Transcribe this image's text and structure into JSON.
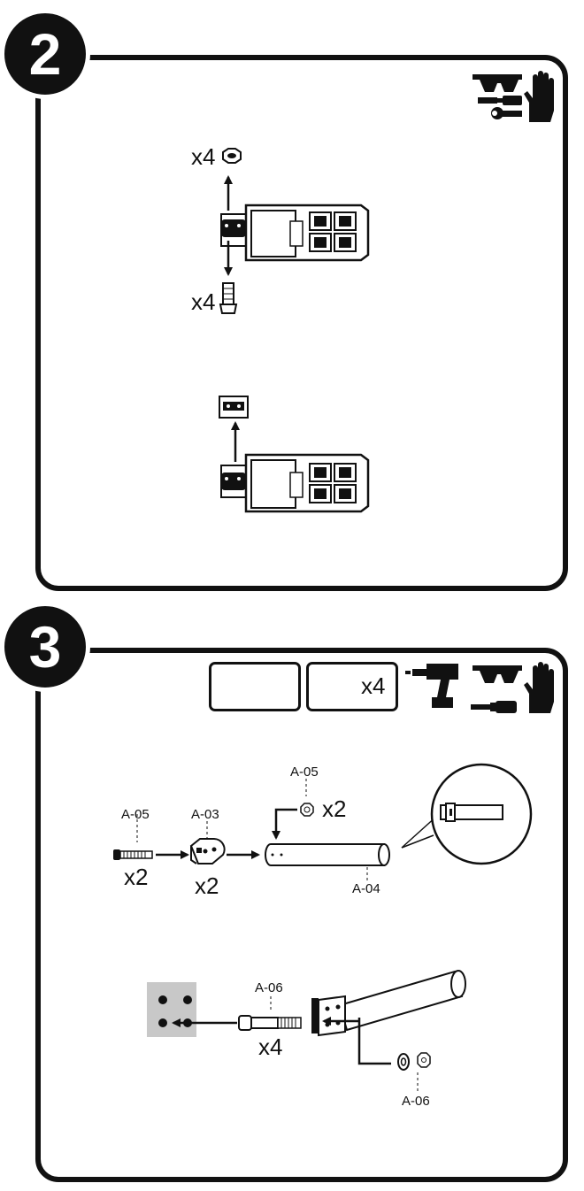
{
  "steps": [
    {
      "number": "2",
      "labels": {
        "nut_qty": "x4",
        "bolt_qty": "x4"
      },
      "icons": [
        "safety-glasses-icon",
        "screwdriver-icon",
        "wrench-icon",
        "work-glove-icon"
      ]
    },
    {
      "number": "3",
      "tool_boxes": {
        "drill_bit": "drill-bit-icon",
        "hole_qty": "x4"
      },
      "labels": {
        "bolt_code": "A-05",
        "bolt_qty": "x2",
        "bracket_code": "A-03",
        "bracket_qty": "x2",
        "nut_code": "A-05",
        "nut_qty": "x2",
        "pipe_code": "A-04",
        "anchor_code": "A-06",
        "anchor_qty": "x4",
        "washer_nut_code": "A-06"
      },
      "icons": [
        "power-drill-icon",
        "safety-glasses-icon",
        "screwdriver-icon",
        "work-glove-icon"
      ]
    }
  ]
}
